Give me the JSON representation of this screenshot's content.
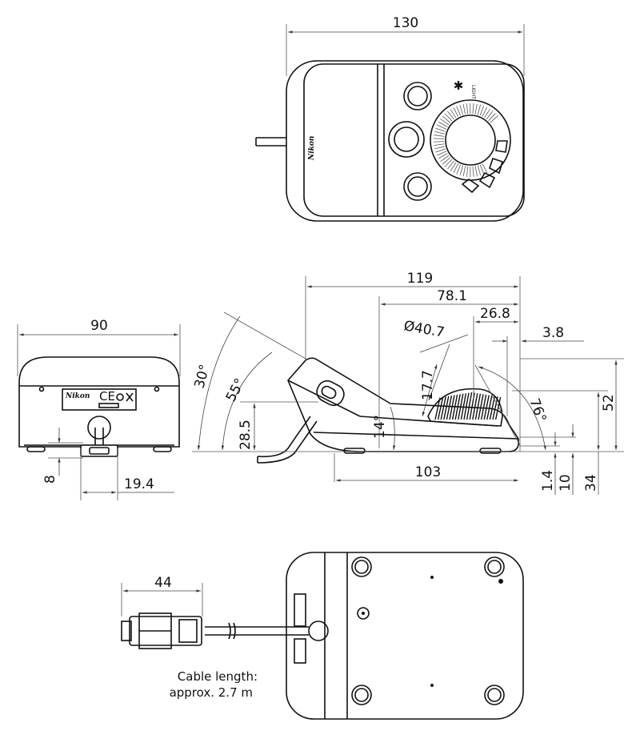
{
  "diagram": {
    "top_view": {
      "width_dim": "130",
      "brand": "Nikon",
      "panel_text": "LIGHT"
    },
    "front_view": {
      "width_dim": "90",
      "dim_8": "8",
      "dim_19_4": "19.4",
      "brand": "Nikon"
    },
    "side_view": {
      "dim_119": "119",
      "dim_78_1": "78.1",
      "dim_dia": "Ø40.7",
      "dim_26_8": "26.8",
      "dim_3_8": "3.8",
      "dim_17_7": "17.7",
      "dim_28_5": "28.5",
      "dim_52": "52",
      "dim_103": "103",
      "dim_1_4": "1.4",
      "dim_10": "10",
      "dim_34": "34",
      "angle_30": "30°",
      "angle_55": "55°",
      "angle_14": "14°",
      "angle_76": "76°"
    },
    "bottom_view": {
      "dim_44": "44",
      "cable_note_line1": "Cable length:",
      "cable_note_line2": "approx. 2.7 m"
    }
  }
}
